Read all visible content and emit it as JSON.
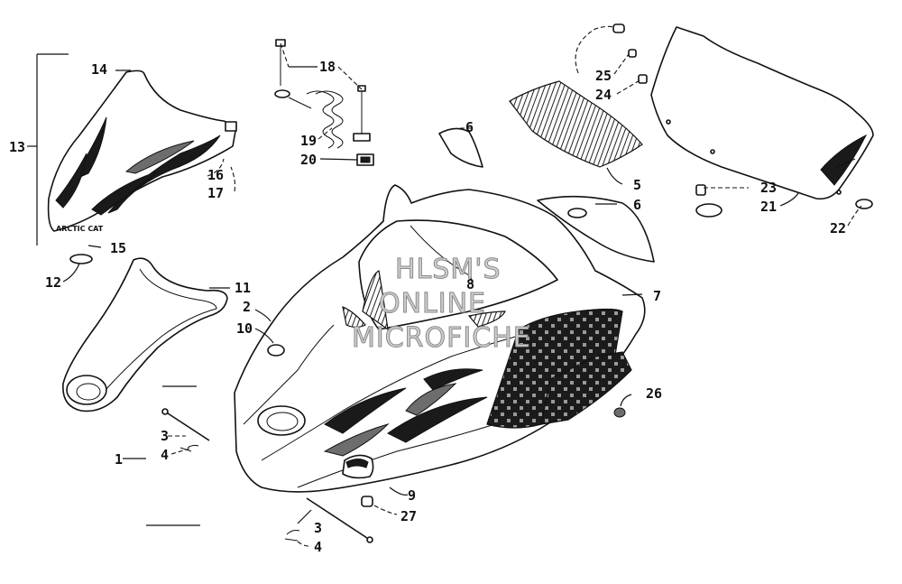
{
  "watermark": {
    "line1": "HLSM'S",
    "line2": "ONLINE",
    "line3": "MICROFICHE"
  },
  "logo_text": "ARCTIC CAT",
  "callouts": {
    "c1": "1",
    "c2": "2",
    "c3a": "3",
    "c3b": "3",
    "c4a": "4",
    "c4b": "4",
    "c5": "5",
    "c6a": "6",
    "c6b": "6",
    "c7": "7",
    "c8": "8",
    "c9": "9",
    "c10": "10",
    "c11": "11",
    "c12": "12",
    "c13": "13",
    "c14": "14",
    "c15": "15",
    "c16": "16",
    "c17": "17",
    "c18": "18",
    "c19": "19",
    "c20": "20",
    "c21": "21",
    "c22": "22",
    "c23": "23",
    "c24": "24",
    "c25": "25",
    "c26": "26",
    "c27": "27"
  }
}
